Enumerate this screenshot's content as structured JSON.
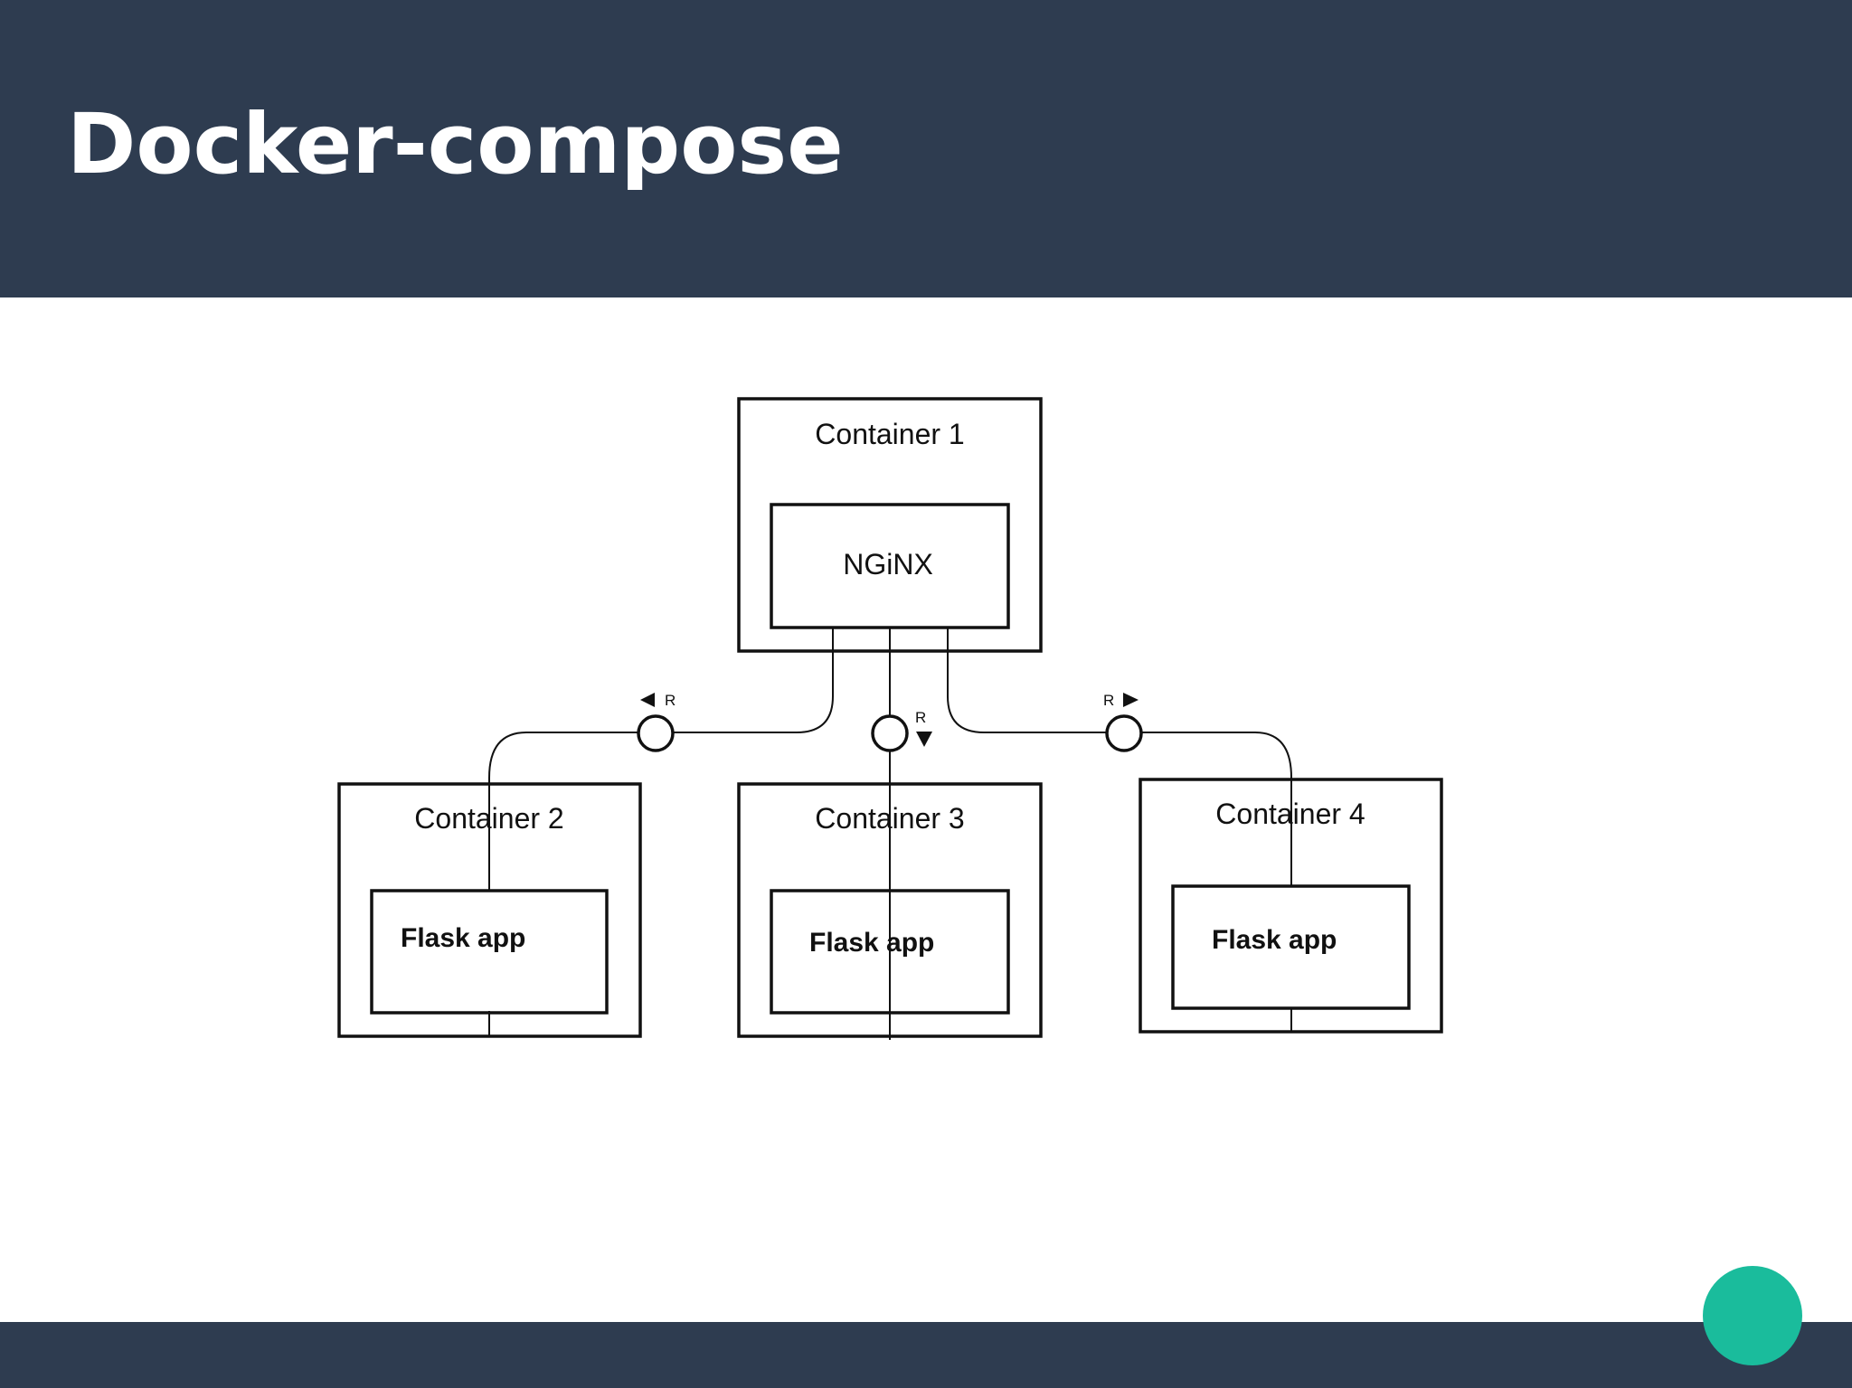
{
  "slide": {
    "title": "Docker-compose"
  },
  "diagram": {
    "container1": {
      "label": "Container 1",
      "inner": "NGiNX"
    },
    "container2": {
      "label": "Container 2",
      "inner": "Flask app"
    },
    "container3": {
      "label": "Container 3",
      "inner": "Flask app"
    },
    "container4": {
      "label": "Container 4",
      "inner": "Flask app"
    },
    "links": {
      "left": "R",
      "middle": "R",
      "right": "R"
    }
  },
  "colors": {
    "header": "#2e3c50",
    "footer": "#2e3c50",
    "accent_dot": "#1abc9c",
    "title_text": "#ffffff",
    "diagram_stroke": "#111111"
  }
}
